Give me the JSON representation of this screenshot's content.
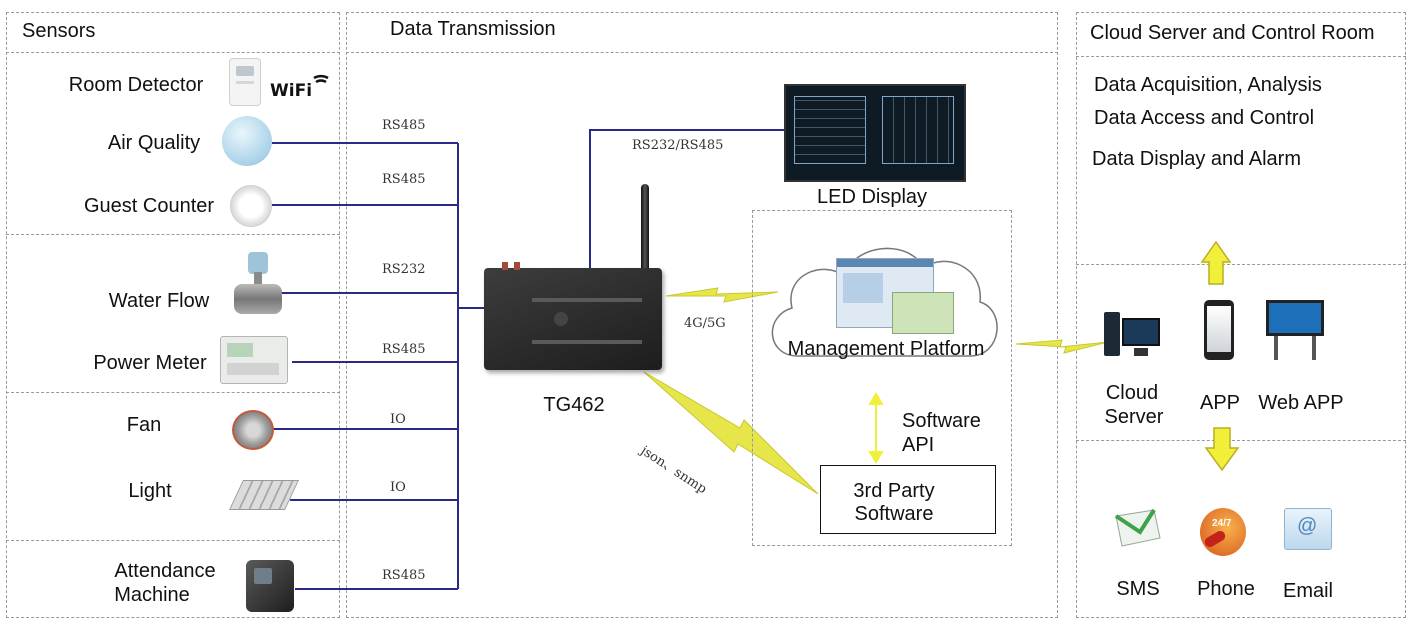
{
  "sections": {
    "sensors_title": "Sensors",
    "transmission_title": "Data Transmission",
    "cloud_title": "Cloud Server and Control Room"
  },
  "sensors": {
    "room_detector": "Room Detector",
    "wifi": "WiFi",
    "air_quality": "Air Quality",
    "guest_counter": "Guest Counter",
    "water_flow": "Water Flow",
    "power_meter": "Power Meter",
    "fan": "Fan",
    "light": "Light",
    "attendance_line1": "Attendance",
    "attendance_line2": "Machine"
  },
  "protocols": {
    "air_quality": "RS485",
    "guest_counter": "RS485",
    "water_flow": "RS232",
    "power_meter": "RS485",
    "fan": "IO",
    "light": "IO",
    "attendance": "RS485",
    "led": "RS232/RS485",
    "cellular": "4G/5G",
    "third_party": "json、snmp"
  },
  "gateway": {
    "name": "TG462"
  },
  "led_display": {
    "label": "LED Display"
  },
  "platform": {
    "label": "Management Platform",
    "api_line1": "Software",
    "api_line2": "API",
    "third_party_line1": "3rd Party",
    "third_party_line2": "Software"
  },
  "cloud": {
    "functions": [
      "Data Acquisition, Analysis",
      "Data Access and Control",
      "Data Display and Alarm"
    ],
    "cloud_server_line1": "Cloud",
    "cloud_server_line2": "Server",
    "app": "APP",
    "web_app": "Web APP",
    "sms": "SMS",
    "phone": "Phone",
    "phone_badge": "24/7",
    "email": "Email",
    "email_glyph": "@"
  },
  "colors": {
    "wire": "#2a2a8a",
    "bolt": "#e6e64a",
    "arrow": "#f2ef3a",
    "device": "#2b2b2b"
  }
}
